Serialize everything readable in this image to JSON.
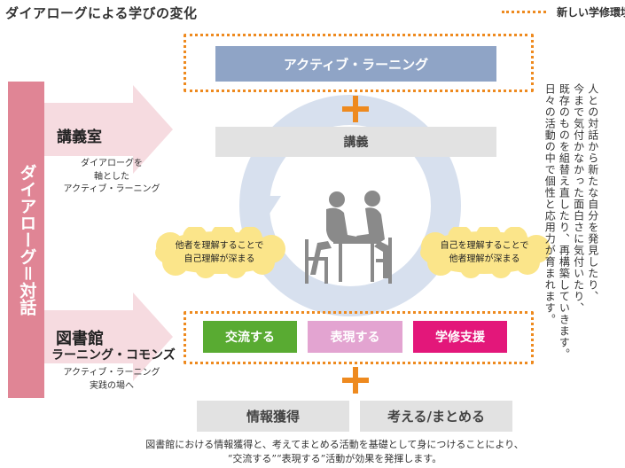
{
  "title": "ダイアローグによる学びの変化",
  "legend": {
    "label": "新しい学修環境",
    "color": "#ee8a1f"
  },
  "side_label": {
    "lines": [
      "ダイアローグ",
      "＝",
      "対話"
    ]
  },
  "lecture_room": {
    "heading": "講義室",
    "sub": [
      "ダイアローグを",
      "軸とした",
      "アクティブ・ラーニング"
    ]
  },
  "library": {
    "heading": "図書館",
    "subheading": "ラーニング・コモンズ",
    "sub": [
      "アクティブ・ラーニング",
      "実践の場へ"
    ]
  },
  "bars": {
    "active_learning": "アクティブ・ラーニング",
    "lecture": "講義",
    "exchange": "交流する",
    "express": "表現する",
    "support": "学修支援",
    "info": "情報獲得",
    "think": "考える/まとめる"
  },
  "clouds": {
    "left": [
      "他者を理解することで",
      "自己理解が深まる"
    ],
    "right": [
      "自己を理解することで",
      "他者理解が深まる"
    ]
  },
  "vertical_text": [
    "人との対話から新たな自分を発見したり、",
    "今まで気付かなかった面白さに気付いたり、",
    "既存のものを組替え直したり、再構築していきます。",
    "日々の活動の中で個性と応用力が育まれます。"
  ],
  "caption": [
    "図書館における情報獲得と、考えてまとめる活動を基礎として身につけることにより、",
    "“交流する”“表現する”活動が効果を発揮します。"
  ],
  "colors": {
    "accent": "#ee8a1f",
    "side_pink": "#e08595",
    "arrow_pink": "#f6dbe0",
    "active_bar": "#8fa4c6",
    "gray_bar": "#e2e2e2",
    "green": "#59ab32",
    "light_pink": "#e3a4d1",
    "magenta": "#e3177a",
    "cloud": "#fbe58a"
  },
  "icons": {
    "cycle": "circular-arrow-icon",
    "people": "two-people-at-table-icon",
    "plus": "plus-icon"
  }
}
